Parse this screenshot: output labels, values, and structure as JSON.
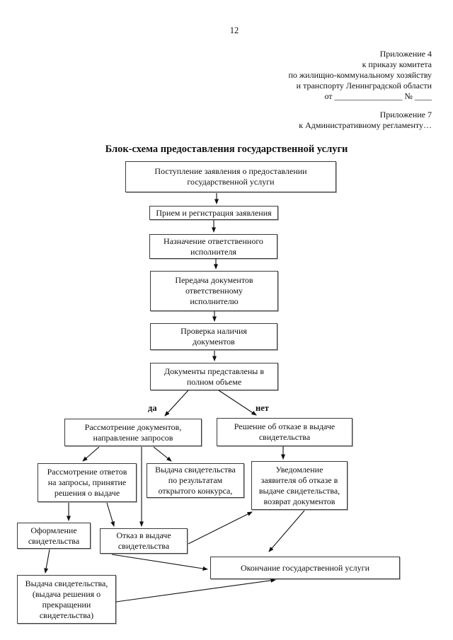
{
  "page": {
    "number": "12"
  },
  "header": {
    "appendix1": [
      "Приложение 4",
      "к приказу комитета",
      "по жилищно-коммунальному хозяйству",
      "и транспорту Ленинградской области",
      "от ________________ № ____"
    ],
    "appendix2": [
      "Приложение 7",
      "к Административному регламенту…"
    ]
  },
  "flowchart": {
    "title": "Блок-схема предоставления государственной услуги",
    "labels": {
      "yes": "да",
      "no": "нет"
    },
    "nodes": [
      {
        "name": "application-received",
        "text": "Поступление заявления о предоставлении\nгосударственной услуги"
      },
      {
        "name": "accept-and-register",
        "text": "Прием и регистрация заявления"
      },
      {
        "name": "assign-executor",
        "text": "Назначение ответственного\nисполнителя"
      },
      {
        "name": "transfer-documents",
        "text": "Передача документов\nответственному\nисполнителю"
      },
      {
        "name": "check-documents",
        "text": "Проверка наличия\nдокументов"
      },
      {
        "name": "documents-complete",
        "text": "Документы представлены в\nполном объеме"
      },
      {
        "name": "review-documents-requests",
        "text": "Рассмотрение документов,\nнаправление запросов"
      },
      {
        "name": "refusal-decision",
        "text": "Решение об отказе в выдаче\nсвидетельства"
      },
      {
        "name": "review-responses",
        "text": "Рассмотрение ответов\nна запросы, принятие\nрешения о выдаче"
      },
      {
        "name": "issue-by-contest",
        "text": "Выдача свидетельства\nпо результатам\nоткрытого конкурса,"
      },
      {
        "name": "notify-refusal-return",
        "text": "Уведомление\nзаявителя об отказе в\nвыдаче свидетельства,\nвозврат документов"
      },
      {
        "name": "certificate-registration",
        "text": "Оформление\nсвидетельства"
      },
      {
        "name": "refusal-to-issue",
        "text": "Отказ в выдаче\nсвидетельства"
      },
      {
        "name": "service-end",
        "text": "Окончание государственной услуги"
      },
      {
        "name": "certificate-issue",
        "text": "Выдача  свидетельства,\n(выдача решения о\nпрекращении\nсвидетельства)"
      }
    ]
  }
}
